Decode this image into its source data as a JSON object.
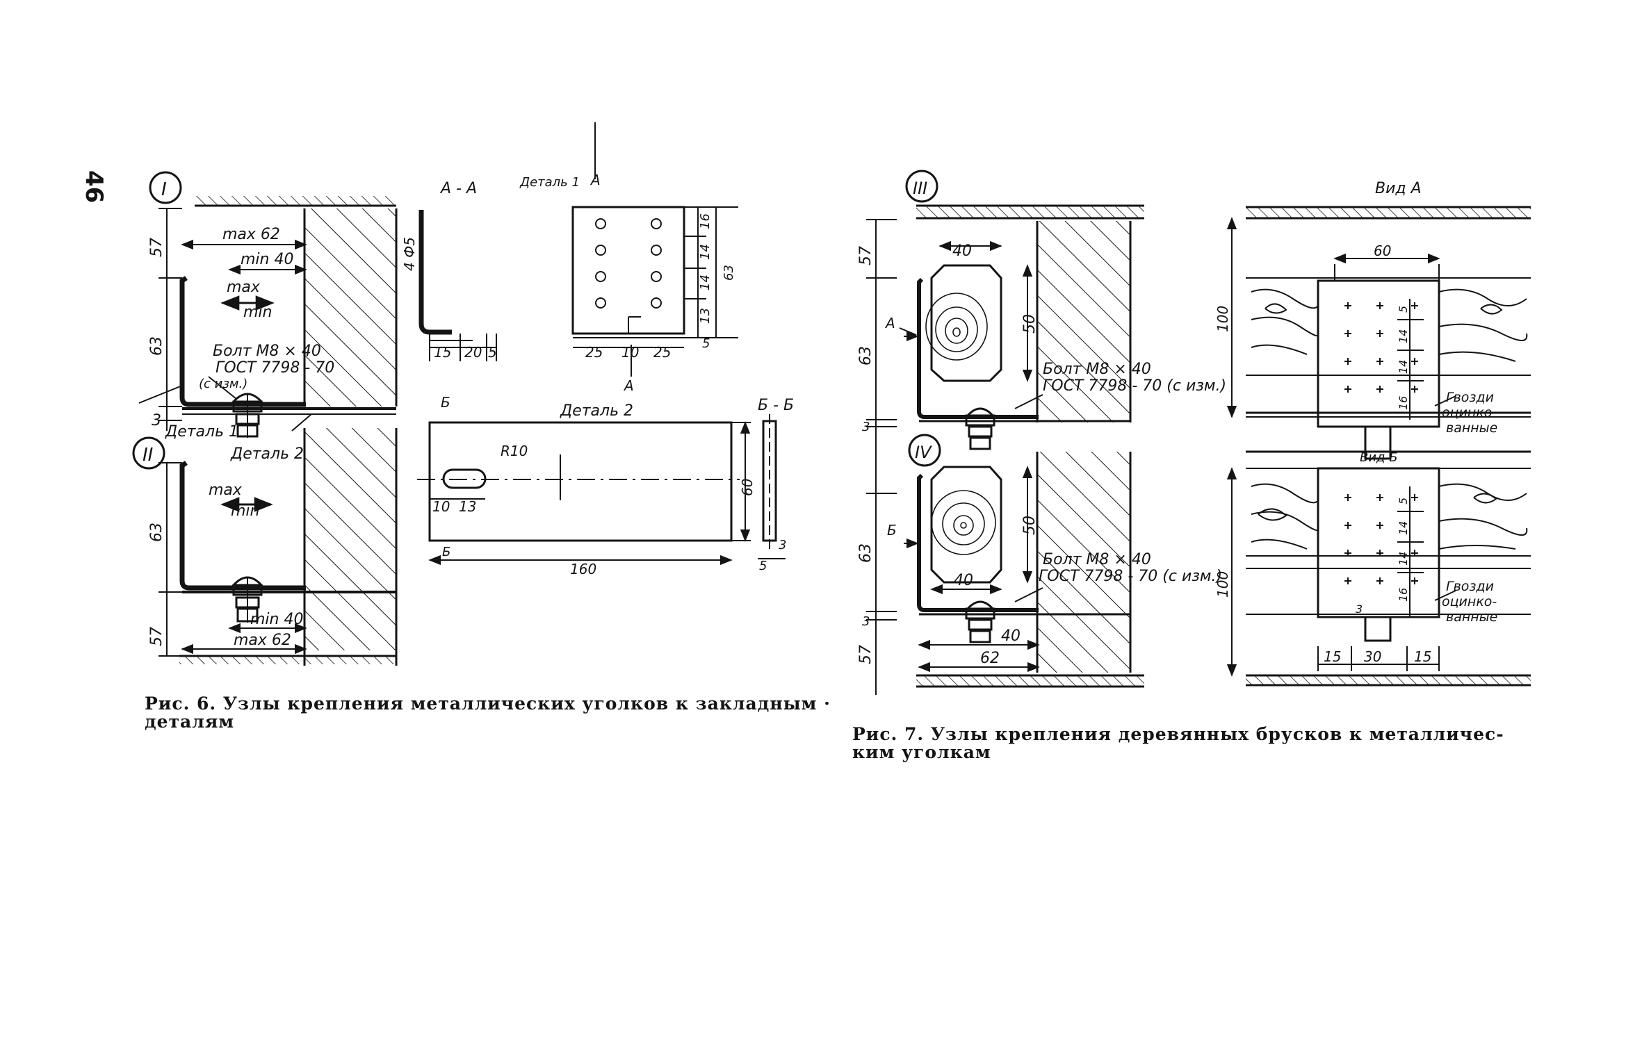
{
  "page_number": "46",
  "colors": {
    "ink": "#141414",
    "paper": "#ffffff"
  },
  "fig6": {
    "node1": "I",
    "node2": "II",
    "max62": "max 62",
    "min40": "min 40",
    "max": "max",
    "min": "min",
    "d57": "57",
    "d63": "63",
    "d3": "3",
    "bolt": "Болт М8 × 40",
    "gost": "ГОСТ 7798 - 70",
    "gost_note": "(с изм.)",
    "detal1": "Деталь 1",
    "detal2": "Деталь 2",
    "sect_aa": "А - А",
    "hole": "4 Ф5",
    "aa_15": "15",
    "aa_20": "20",
    "aa_5": "5",
    "detal1_title": "Деталь 1",
    "mark_a": "А",
    "d1_25": "25",
    "d1_10": "10",
    "d1_16": "16",
    "d1_14": "14",
    "d1_13": "13",
    "d1_63": "63",
    "d1_5": "5",
    "mark_b": "Б",
    "detal2_title": "Деталь 2",
    "r10": "R10",
    "d2_10": "10",
    "d2_13": "13",
    "d2_160": "160",
    "d2_60": "60",
    "sect_bb": "Б - Б",
    "bb_3": "3",
    "bb_5": "5",
    "caption": "Рис. 6. Узлы крепления металлических уголков   к закладным · деталям"
  },
  "fig7": {
    "node3": "III",
    "node4": "IV",
    "d40": "40",
    "d50": "50",
    "d57": "57",
    "d63": "63",
    "d3": "3",
    "d62": "62",
    "bolt1": "Болт М8 × 40",
    "gost1": "ГОСТ 7798 - 70 (с изм.)",
    "bolt2": "Болт М8 × 40",
    "gost2": "ГОСТ 7798 - 70 (с изм.)",
    "mark_a": "А",
    "mark_b": "Б",
    "vid_a": "Вид  А",
    "vid_b": "Вид Б",
    "d60": "60",
    "d100": "100",
    "d14": "14",
    "d16": "16",
    "d5": "5",
    "d15": "15",
    "d30": "30",
    "nails_1": "Гвозди",
    "nails_2": "оцинко-",
    "nails_3": "ванные",
    "caption": "Рис. 7. Узлы крепления   деревянных   брусков к металличес- ким уголкам"
  }
}
